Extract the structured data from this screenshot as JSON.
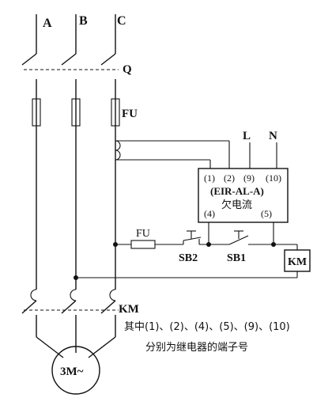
{
  "phases": [
    "A",
    "B",
    "C"
  ],
  "labels": {
    "switch": "Q",
    "fuse": "FU",
    "contactor": "KM",
    "live": "L",
    "neutral": "N",
    "control_fuse": "FU",
    "stop_button": "SB2",
    "start_button": "SB1",
    "coil": "KM",
    "motor": "3M~"
  },
  "relay": {
    "terminals_top": [
      "(1)",
      "(2)",
      "(9)",
      "(10)"
    ],
    "model": "(EIR-AL-A)",
    "name": "欠电流",
    "terminals_bottom": [
      "(4)",
      "(5)"
    ]
  },
  "note": {
    "line1": "其中(1)、(2)、(4)、(5)、(9)、(10)",
    "line2": "分别为继电器的端子号"
  }
}
